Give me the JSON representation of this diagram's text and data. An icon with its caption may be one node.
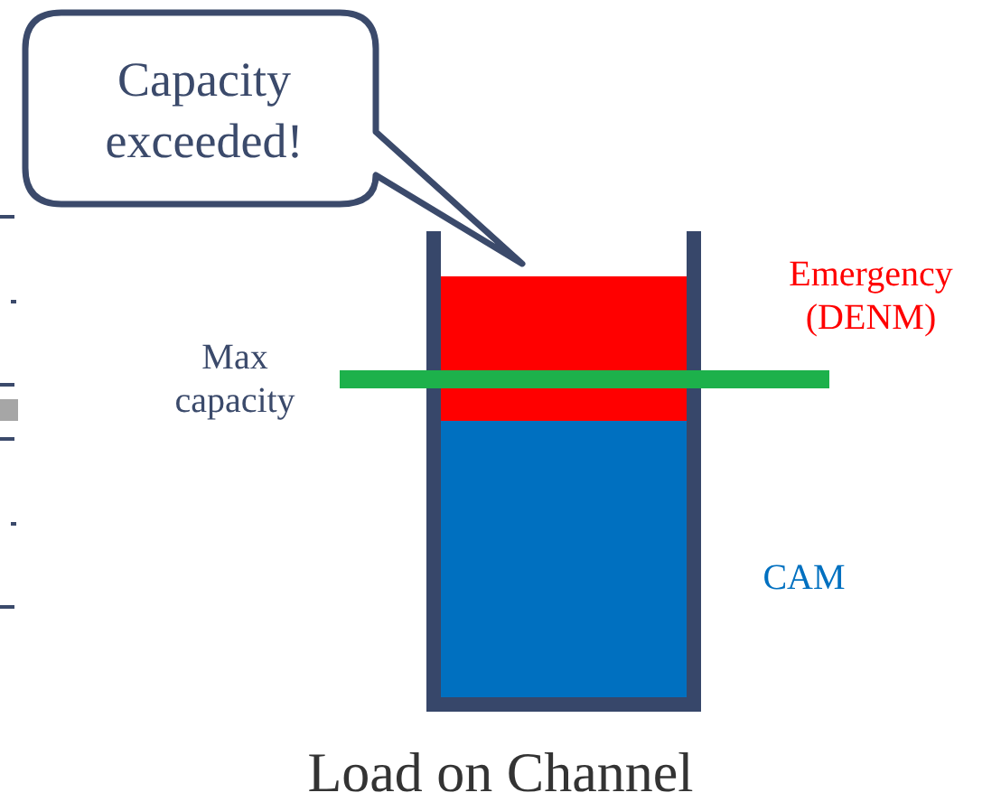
{
  "diagram": {
    "caption": "Load on Channel",
    "nodes": [
      {
        "text": [
          "Capacity exceeded!"
        ]
      },
      {
        "text": [],
        "shape": "bar"
      },
      {
        "text": [],
        "shape": "bar",
        "beside": [
          "CAM"
        ]
      },
      {
        "text": [],
        "shape": "bar",
        "beside": [
          "Max capacity"
        ]
      }
    ],
    "labels": [
      "Emergency (DENM)"
    ]
  }
}
